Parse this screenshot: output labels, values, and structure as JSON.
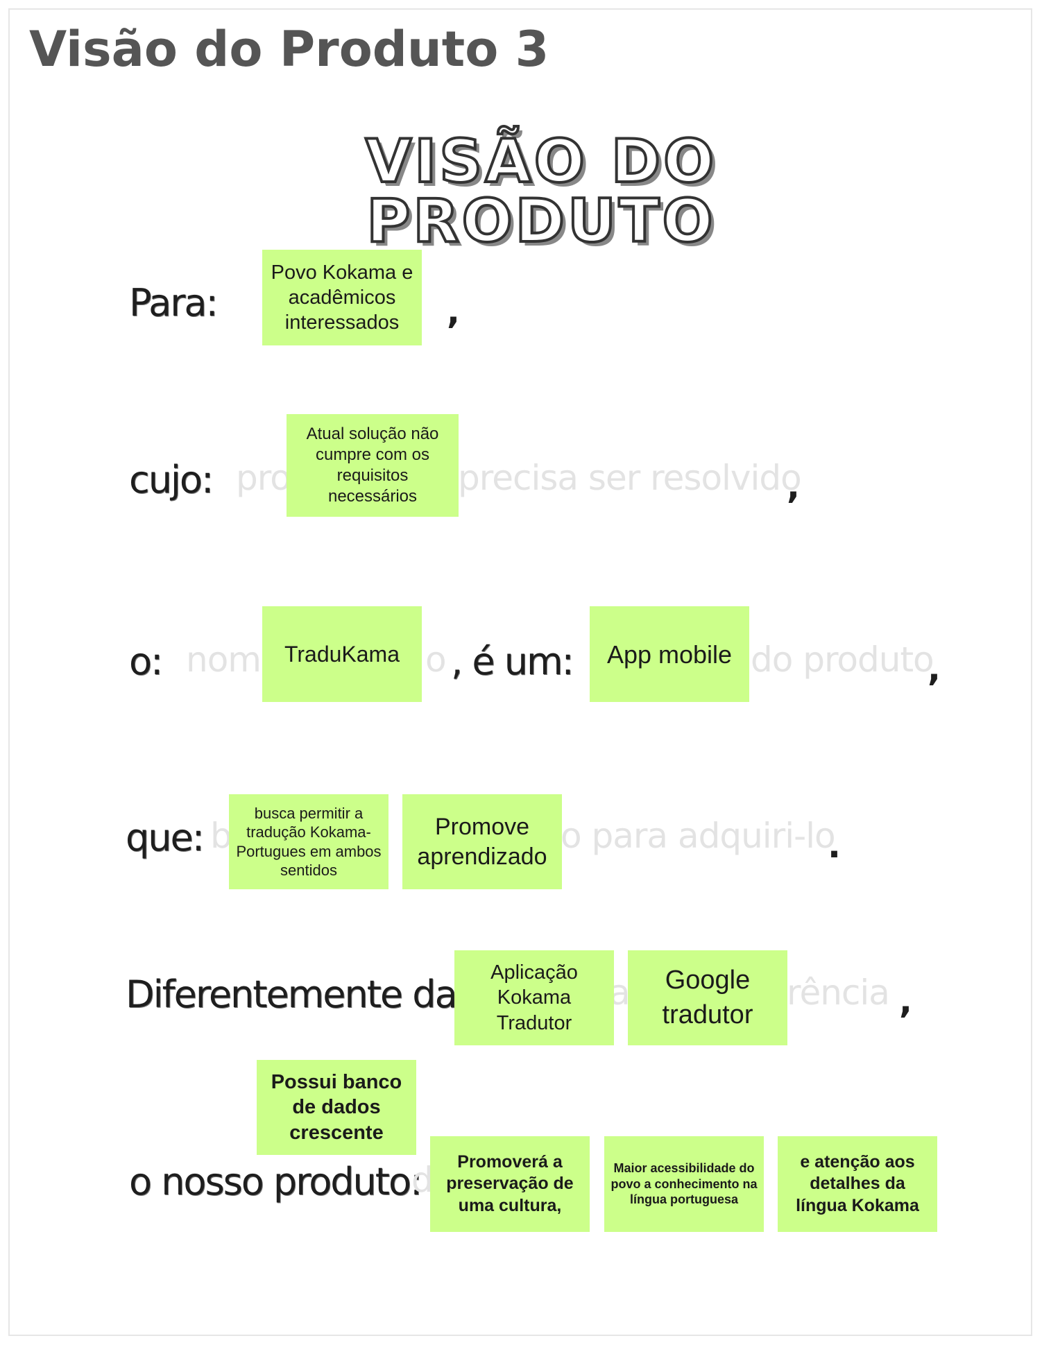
{
  "page_title": "Visão do Produto 3",
  "banner_title": "VISÃO DO PRODUTO",
  "labels": {
    "para": "Para:",
    "cujo": "cujo:",
    "o": "o:",
    "e_um": ", é um:",
    "que": "que:",
    "diferentemente": "Diferentemente da:",
    "nosso_produto": "o nosso produto:"
  },
  "ghost_text": {
    "cujo_hint_a": "pro",
    "cujo_hint_b": "precisa ser resolvido",
    "o_hint_a": "nome",
    "o_hint_b": "o",
    "e_um_hint": "do produto",
    "que_hint_a": "b",
    "que_hint_b": "o para adquiri-lo",
    "dif_hint_a": "a",
    "dif_hint_b": "rência",
    "nosso_hint": "d"
  },
  "stickies": {
    "para": "Povo Kokama e acadêmicos interessados",
    "cujo": "Atual solução não cumpre com os requisitos necessários",
    "nome": "TraduKama",
    "categoria": "App mobile",
    "que_1": "busca permitir a tradução Kokama-Portugues em ambos sentidos",
    "que_2": "Promove aprendizado",
    "dif_1": "Aplicação Kokama Tradutor",
    "dif_2": "Google tradutor",
    "nosso_top": "Possui banco de dados crescente",
    "nosso_1": "Promoverá a preservação de uma cultura,",
    "nosso_2": "Maior acessibilidade do povo a conhecimento na língua portuguesa",
    "nosso_3": "e atenção aos detalhes da língua Kokama"
  },
  "punctuation": {
    "comma": ",",
    "period": "."
  },
  "colors": {
    "sticky": "#ccff8a",
    "title": "#555555"
  }
}
